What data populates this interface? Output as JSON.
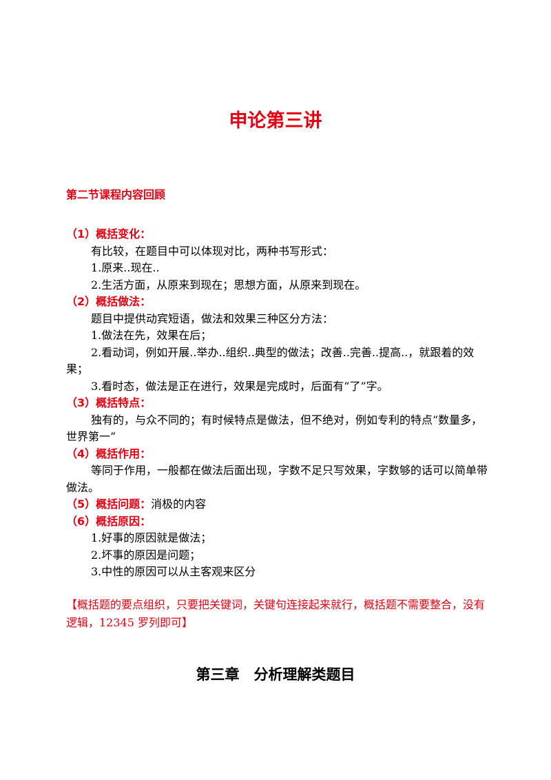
{
  "title": "申论第三讲",
  "section_heading": "第二节课程内容回顾",
  "items": [
    {
      "label": "（1）概括变化：",
      "lines": [
        "有比较，在题目中可以体现对比，两种书写形式：",
        "1.原来..现在..",
        "2.生活方面，从原来到现在；思想方面，从原来到现在。"
      ]
    },
    {
      "label": "（2）概括做法：",
      "lines": [
        "题目中提供动宾短语，做法和效果三种区分方法：",
        "1.做法在先，效果在后；",
        "2.看动词，例如开展..举办..组织..典型的做法；改善..完善..提高..，就跟着的效果；",
        "3.看时态，做法是正在进行，效果是完成时，后面有“了”字。"
      ]
    },
    {
      "label": "（3）概括特点：",
      "lines": [
        "独有的，与众不同的；有时候特点是做法，但不绝对，例如专利的特点“数量多，世界第一”"
      ]
    },
    {
      "label": "（4）概括作用：",
      "lines": [
        "等同于作用，一般都在做法后面出现，字数不足只写效果，字数够的话可以简单带做法。"
      ]
    },
    {
      "label": "（5）概括问题：",
      "inline": "消极的内容"
    },
    {
      "label": "（6）概括原因：",
      "lines": [
        "1.好事的原因就是做法；",
        "2.坏事的原因是问题；",
        "3.中性的原因可以从主客观来区分"
      ]
    }
  ],
  "note": "【概括题的要点组织，只要把关键词，关键句连接起来就行，概括题不需要整合，没有逻辑，12345 罗列即可】",
  "chapter_title": "第三章　分析理解类题目",
  "colors": {
    "accent_red": "#e60012",
    "text": "#000000",
    "background": "#ffffff"
  }
}
